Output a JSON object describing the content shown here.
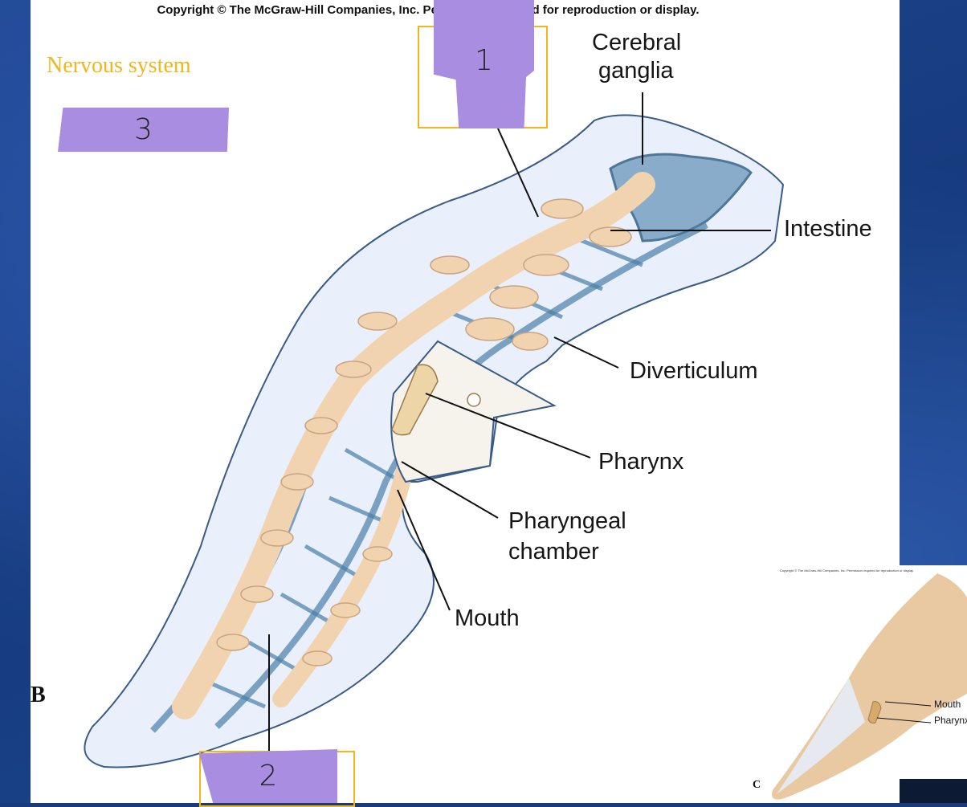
{
  "copyright": "Copyright © The McGraw-Hill Companies, Inc. Permission required for reproduction or display.",
  "title": "Nervous system",
  "labels": {
    "cerebral_ganglia_1": "Cerebral",
    "cerebral_ganglia_2": "ganglia",
    "intestine": "Intestine",
    "diverticulum": "Diverticulum",
    "pharynx": "Pharynx",
    "pharyngeal_chamber_1": "Pharyngeal",
    "pharyngeal_chamber_2": "chamber",
    "mouth": "Mouth"
  },
  "panel_b": "B",
  "stickies": {
    "one": "1",
    "two": "2",
    "three": "3"
  },
  "inset": {
    "copyright": "Copyright © The McGraw-Hill Companies, Inc. Permission required for reproduction or display.",
    "mouth": "Mouth",
    "pharynx": "Pharynx",
    "panel": "C"
  },
  "colors": {
    "title": "#f2b51c",
    "sticky": "#a98de0",
    "frame": "#f2b51c",
    "body_outline": "#3a5a88",
    "nerve": "#4a7fa8",
    "intestine": "#f2d3b0"
  }
}
